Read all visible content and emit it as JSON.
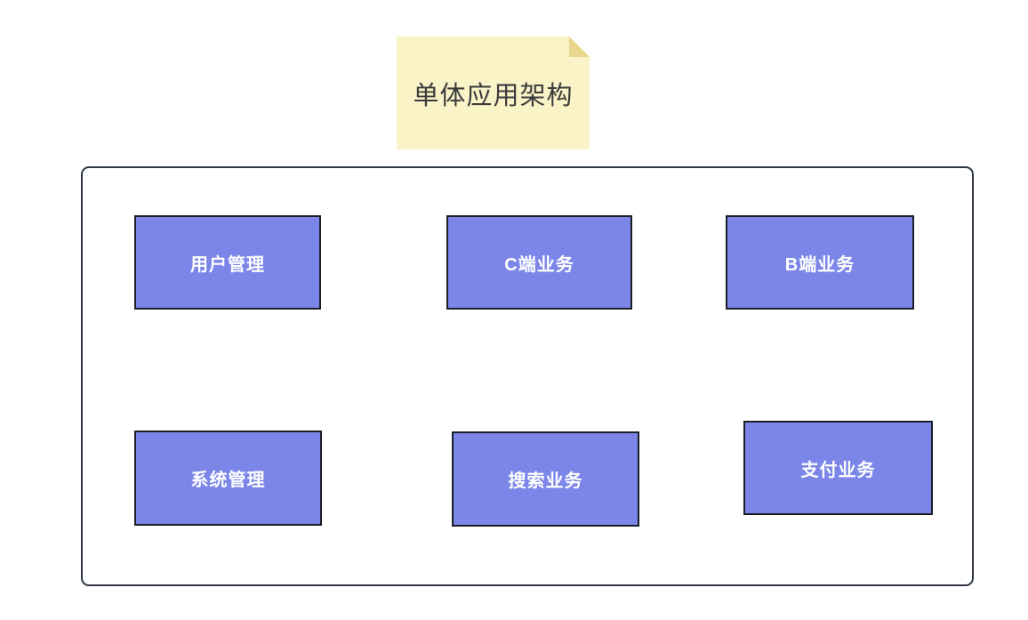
{
  "diagram": {
    "note": {
      "title": "单体应用架构"
    },
    "modules": [
      {
        "id": "user-management",
        "label": "用户管理"
      },
      {
        "id": "c-side-business",
        "label": "C端业务"
      },
      {
        "id": "b-side-business",
        "label": "B端业务"
      },
      {
        "id": "system-management",
        "label": "系统管理"
      },
      {
        "id": "search-business",
        "label": "搜索业务"
      },
      {
        "id": "payment-business",
        "label": "支付业务"
      }
    ],
    "colors": {
      "note_fill": "#FAF3C8",
      "note_fold": "#E8D68F",
      "note_text": "#3B3B3B",
      "module_fill": "#7B86E8",
      "module_border": "#1A1F27",
      "module_text": "#FFFFFF",
      "boundary_border": "#2E3742",
      "background": "#FFFFFF"
    }
  }
}
